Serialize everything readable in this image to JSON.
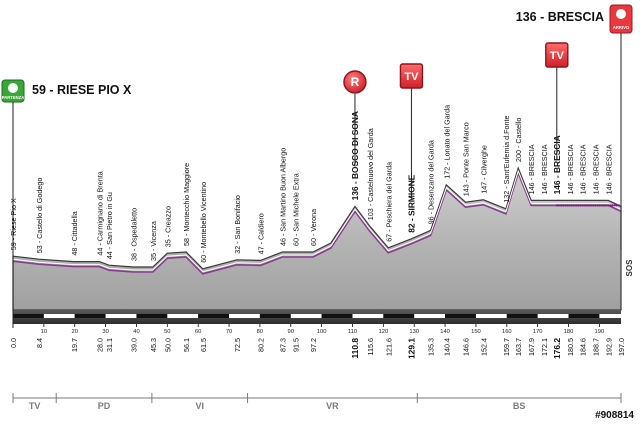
{
  "header": {
    "start_label": "59 - RIESE PIO X",
    "finish_label": "136 - BRESCIA",
    "start_badge": "PARTENZA",
    "finish_badge": "ARRIVO",
    "image_id": "#908814"
  },
  "chart_data": {
    "type": "area",
    "total_km": 197.0,
    "elevation_profile": [
      [
        0,
        53
      ],
      [
        8.4,
        48
      ],
      [
        19.7,
        44
      ],
      [
        28,
        44
      ],
      [
        31.1,
        38
      ],
      [
        39,
        35
      ],
      [
        45.3,
        35
      ],
      [
        50,
        58
      ],
      [
        56.1,
        60
      ],
      [
        61.5,
        32
      ],
      [
        72.5,
        47
      ],
      [
        80.2,
        46
      ],
      [
        87.3,
        60
      ],
      [
        91.5,
        60
      ],
      [
        97.2,
        60
      ],
      [
        103,
        75
      ],
      [
        110.8,
        136
      ],
      [
        115.6,
        103
      ],
      [
        121.6,
        67
      ],
      [
        129.1,
        82
      ],
      [
        135.3,
        96
      ],
      [
        140.4,
        172
      ],
      [
        146.6,
        143
      ],
      [
        152.4,
        147
      ],
      [
        159.7,
        132
      ],
      [
        163.7,
        200
      ],
      [
        167.9,
        146
      ],
      [
        172.1,
        146
      ],
      [
        176.2,
        146
      ],
      [
        180.5,
        146
      ],
      [
        184.6,
        146
      ],
      [
        188.7,
        146
      ],
      [
        192.9,
        146
      ],
      [
        197,
        136
      ]
    ],
    "locations": [
      {
        "km": "0.0",
        "name": "59 - Riese Pio X"
      },
      {
        "km": "8.4",
        "name": "53 - Castello di Godego"
      },
      {
        "km": "19.7",
        "name": "48 - Cittadella"
      },
      {
        "km": "28.0",
        "name": "44 - Carmignano di Brenta"
      },
      {
        "km": "31.1",
        "name": "44 - San Pietro in Gu"
      },
      {
        "km": "39.0",
        "name": "38 - Ospedaletto"
      },
      {
        "km": "45.3",
        "name": "35 - Vicenza"
      },
      {
        "km": "50.0",
        "name": "35 - Creazzo"
      },
      {
        "km": "56.1",
        "name": "58 - Montecchio Maggiore"
      },
      {
        "km": "61.5",
        "name": "60 - Montebello Vicentino"
      },
      {
        "km": "72.5",
        "name": "32 - San Bonifacio"
      },
      {
        "km": "80.2",
        "name": "47 - Caldiero"
      },
      {
        "km": "87.3",
        "name": "46 - San Martino Buon Albergo"
      },
      {
        "km": "91.5",
        "name": "60 - San Michele Extra"
      },
      {
        "km": "97.2",
        "name": "60 - Verona"
      },
      {
        "km": "110.8",
        "name": "136 - BOSCO DI SONA",
        "bold": true
      },
      {
        "km": "115.6",
        "name": "103 - Castelnuovo del Garda"
      },
      {
        "km": "121.6",
        "name": "67 - Peschiera del Garda"
      },
      {
        "km": "129.1",
        "name": "82 - SIRMIONE",
        "bold": true
      },
      {
        "km": "135.3",
        "name": "96 - Desenzano del Garda"
      },
      {
        "km": "140.4",
        "name": "172 - Lonato del Garda"
      },
      {
        "km": "146.6",
        "name": "143 - Ponte San Marco"
      },
      {
        "km": "152.4",
        "name": "147 - Cilverghe"
      },
      {
        "km": "159.7",
        "name": "132 - Sant'Eufemia d.Fonte"
      },
      {
        "km": "163.7",
        "name": "200 - Castello"
      },
      {
        "km": "167.9",
        "name": "146 - BRESCIA"
      },
      {
        "km": "172.1",
        "name": "146 - BRESCIA"
      },
      {
        "km": "176.2",
        "name": "146 - BRESCIA",
        "bold": true
      },
      {
        "km": "180.5",
        "name": "146 - BRESCIA"
      },
      {
        "km": "184.6",
        "name": "146 - BRESCIA"
      },
      {
        "km": "188.7",
        "name": "146 - BRESCIA"
      },
      {
        "km": "192.9",
        "name": "146 - BRESCIA"
      },
      {
        "km": "197.0",
        "name": ""
      }
    ],
    "axis_ticks": [
      "10",
      "20",
      "30",
      "40",
      "50",
      "60",
      "70",
      "80",
      "90",
      "100",
      "110",
      "120",
      "130",
      "140",
      "150",
      "160",
      "170",
      "180",
      "190"
    ],
    "provinces": [
      {
        "label": "TV",
        "from_km": 0,
        "to_km": 14
      },
      {
        "label": "PD",
        "from_km": 14,
        "to_km": 45
      },
      {
        "label": "VI",
        "from_km": 45,
        "to_km": 76
      },
      {
        "label": "VR",
        "from_km": 76,
        "to_km": 131
      },
      {
        "label": "BS",
        "from_km": 131,
        "to_km": 197
      }
    ],
    "markers": [
      {
        "label": "R",
        "km": 110.8,
        "kind": "circle",
        "color": "#e8373f"
      },
      {
        "label": "TV",
        "km": 129.1,
        "kind": "tv",
        "color": "#e8373f"
      },
      {
        "label": "TV",
        "km": 176.2,
        "kind": "tv",
        "color": "#e8373f"
      }
    ],
    "finish_circuit_label": "SOS"
  }
}
